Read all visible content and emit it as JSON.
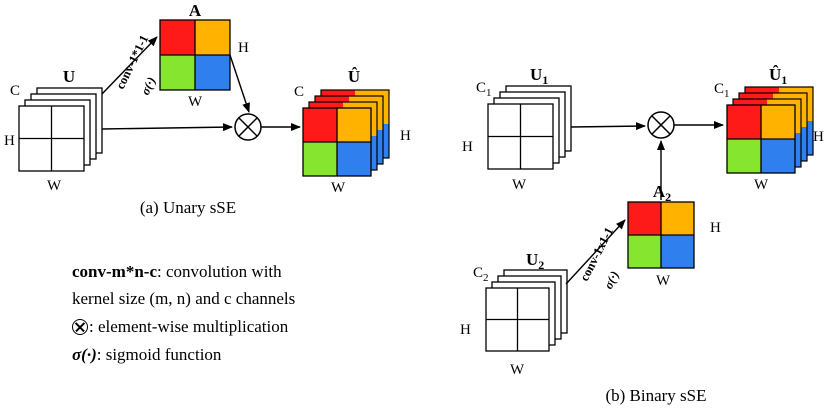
{
  "colors": {
    "red": "#ff1a1a",
    "yellow": "#ffb300",
    "green": "#86e62f",
    "blue": "#2f7fef",
    "black": "#000000",
    "white": "#ffffff"
  },
  "unary": {
    "input_title": "U",
    "input_channel": "C",
    "input_height": "H",
    "input_width": "W",
    "op_conv": "conv-1*1-1",
    "op_act": "σ(·)",
    "attention_title": "A",
    "attention_height": "H",
    "attention_width": "W",
    "output_title": "Û",
    "output_channel": "C",
    "output_height": "H",
    "output_width": "W",
    "caption": "(a) Unary sSE"
  },
  "binary": {
    "input1_title": "U",
    "input1_sub": "1",
    "input1_channel": "C",
    "input1_channel_sub": "1",
    "input1_height": "H",
    "input1_width": "W",
    "input2_title": "U",
    "input2_sub": "2",
    "input2_channel": "C",
    "input2_channel_sub": "2",
    "input2_height": "H",
    "input2_width": "W",
    "op_conv": "conv-1x1-1",
    "op_act": "σ(·)",
    "attention_title": "A",
    "attention_sub": "2",
    "attention_height": "H",
    "attention_width": "W",
    "output_title": "Û",
    "output_sub": "1",
    "output_channel": "C",
    "output_channel_sub": "1",
    "output_height": "H",
    "output_width": "W",
    "caption": "(b) Binary sSE"
  },
  "legend": {
    "conv_term": "conv-m*n-c",
    "conv_desc": ": convolution with",
    "conv_desc2": "kernel size (m, n) and c channels",
    "mult_desc": ": element-wise multiplication",
    "sigmoid_term": "σ(·)",
    "sigmoid_desc": ": sigmoid function"
  }
}
